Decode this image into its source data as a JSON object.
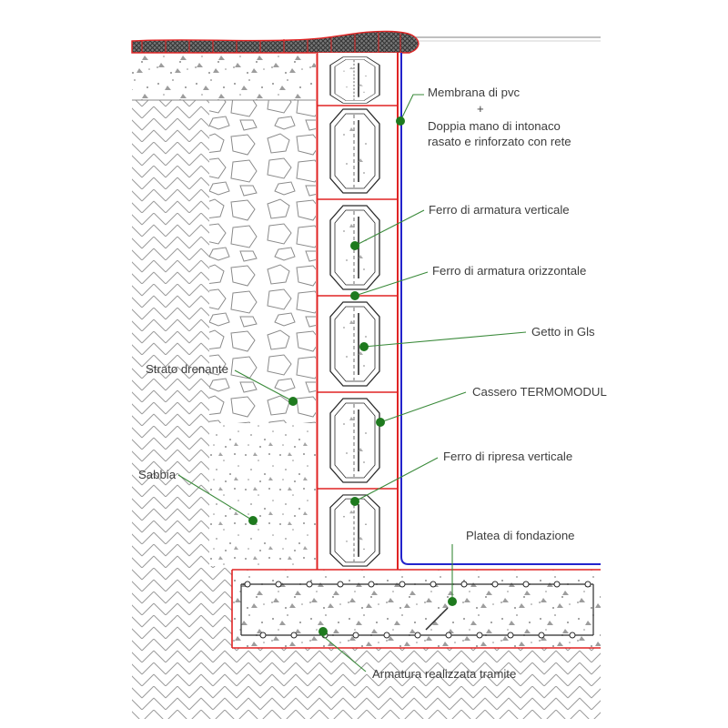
{
  "diagram": {
    "labels": {
      "membrana_1": "Membrana di pvc",
      "membrana_plus": "+",
      "membrana_2": "Doppia mano di intonaco",
      "membrana_3": "rasato e rinforzato con rete",
      "ferro_verticale": "Ferro di armatura verticale",
      "ferro_orizzontale": "Ferro di armatura orizzontale",
      "getto": "Getto in Gls",
      "cassero": "Cassero TERMOMODUL",
      "ripresa": "Ferro di ripresa verticale",
      "platea": "Platea di fondazione",
      "strato": "Strato drenante",
      "sabbia": "Sabbia",
      "armatura": "Armatura realizzata tramite"
    },
    "colors": {
      "red": "#e02424",
      "blue": "#2323cc",
      "green_line": "#3a8a3a",
      "green_dot": "#1e7a1e",
      "line_dark": "#2a2a2a",
      "hatch_gray": "#9b9b9b",
      "text": "#3d3d3d"
    }
  }
}
